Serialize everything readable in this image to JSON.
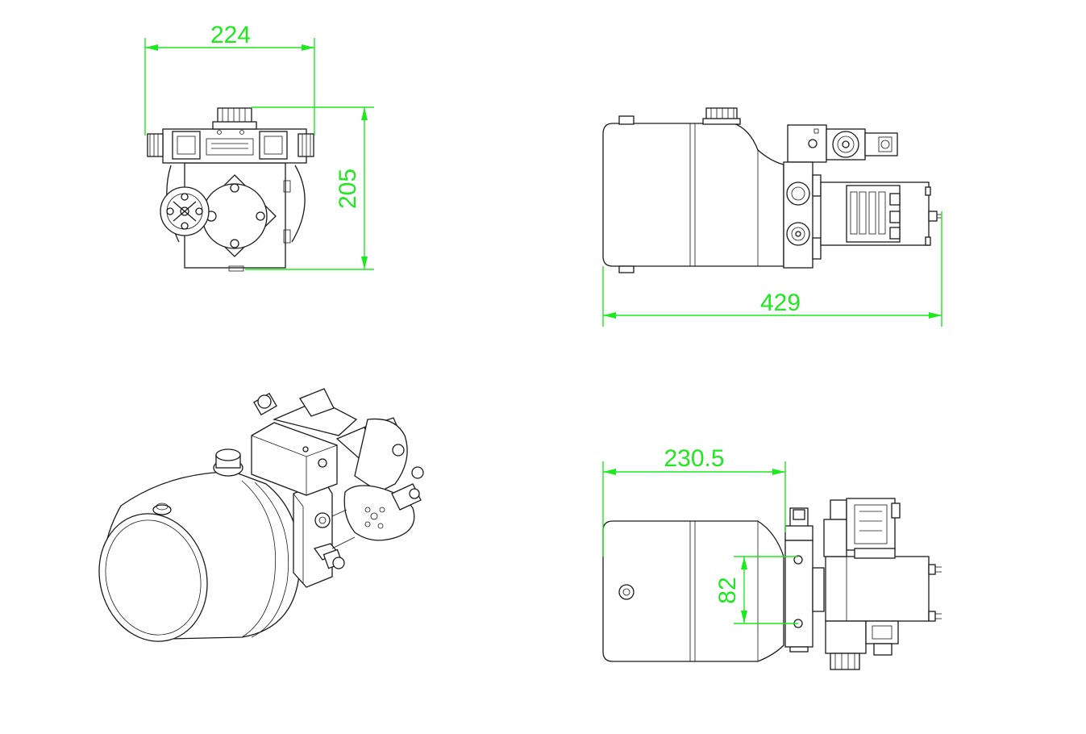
{
  "dimensions": {
    "top_view_width": "224",
    "top_view_height": "205",
    "side_view_length": "429",
    "bottom_view_length": "230.5",
    "bottom_view_spacing": "82"
  },
  "colors": {
    "dimension": "#1ee81e",
    "outline": "#1a1a1a",
    "background": "#ffffff"
  }
}
